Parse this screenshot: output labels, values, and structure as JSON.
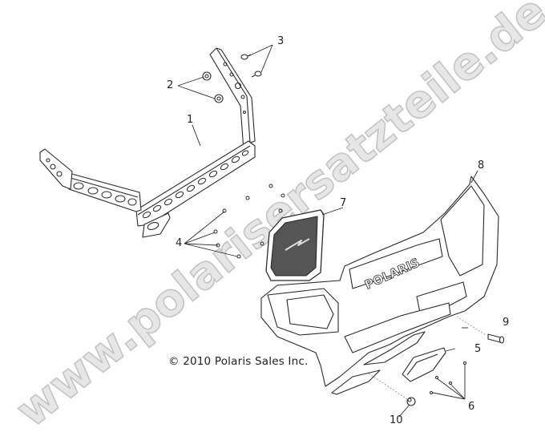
{
  "diagram": {
    "type": "exploded-parts-diagram",
    "subject": "Front bumper assembly",
    "copyright": "© 2010 Polaris Sales Inc.",
    "watermark": "www.polarisersatzteile.de",
    "bumper_logo_text": "POLARIS",
    "colors": {
      "line": "#2a2a2a",
      "watermark_fill": "#e6e6e6",
      "watermark_stroke": "#c8c8c8",
      "grille_fill": "#555555",
      "background": "#ffffff"
    },
    "callouts": [
      {
        "number": "1",
        "part": "brush-guard-bracket"
      },
      {
        "number": "2",
        "part": "nut"
      },
      {
        "number": "3",
        "part": "bolt"
      },
      {
        "number": "4",
        "part": "grille-screw"
      },
      {
        "number": "5",
        "part": "lower-skid-plate"
      },
      {
        "number": "6",
        "part": "skid-plate-screw"
      },
      {
        "number": "7",
        "part": "grille"
      },
      {
        "number": "8",
        "part": "front-bumper-fascia"
      },
      {
        "number": "9",
        "part": "side-bolt"
      },
      {
        "number": "10",
        "part": "lower-bolt"
      }
    ]
  }
}
